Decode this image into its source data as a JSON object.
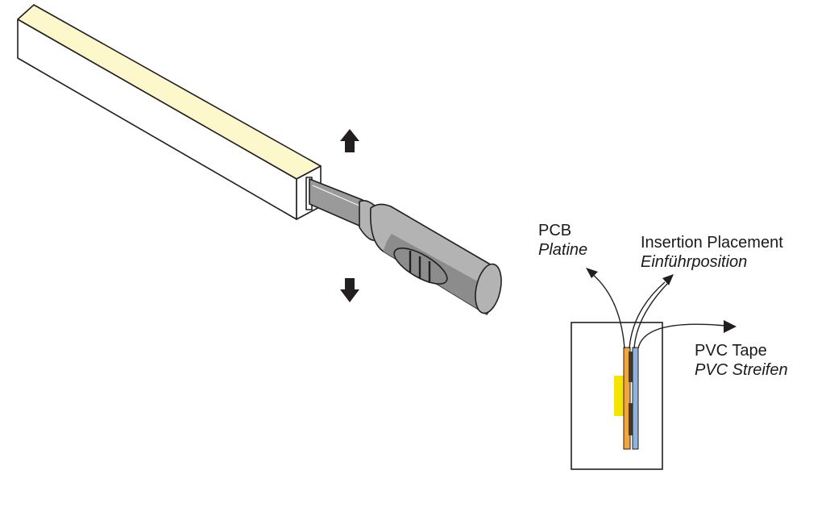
{
  "labels": {
    "pcb": {
      "name": "PCB",
      "translation": "Platine"
    },
    "insertion": {
      "name": "Insertion Placement",
      "translation": "Einführposition"
    },
    "pvc": {
      "name": "PVC Tape",
      "translation": "PVC Streifen"
    }
  },
  "icons": {
    "arrow_up": "arrow-up-icon",
    "arrow_down": "arrow-down-icon"
  },
  "colors": {
    "strip_face": "#fdf7cc",
    "pcb": "#f3a73b",
    "pvc": "#8fb3dc",
    "glue": "#f5e400",
    "tool_body": "#b3b3b3",
    "tool_shade": "#8c8c8c",
    "ink": "#231f20"
  }
}
